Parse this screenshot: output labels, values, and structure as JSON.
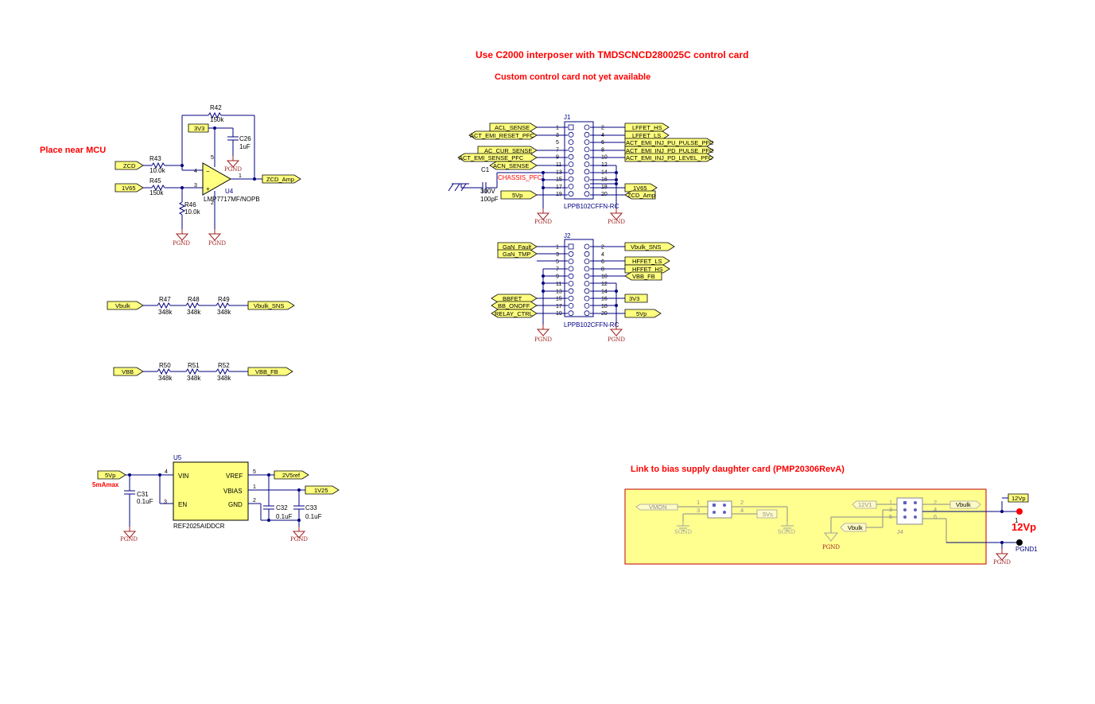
{
  "notes": {
    "title1": "Use C2000 interposer with TMDSCNCD280025C control card",
    "title2": "Custom control card not yet available",
    "place_near_mcu": "Place near MCU",
    "bias_link": "Link to bias supply daughter card (PMP20306RevA)",
    "ma_note": "5mAmax",
    "out_12vp": "12Vp",
    "chassis": "CHASSIS_PFC"
  },
  "opamp": {
    "ref": "U4",
    "part": "LMP7717MF/NOPB",
    "pins": [
      "4",
      "3",
      "5",
      "2",
      "1"
    ],
    "r42": {
      "ref": "R42",
      "val": "150k"
    },
    "r43": {
      "ref": "R43",
      "val": "10.0k"
    },
    "r45": {
      "ref": "R45",
      "val": "150k"
    },
    "r46": {
      "ref": "R46",
      "val": "10.0k"
    },
    "c26": {
      "ref": "C26",
      "val": "1uF"
    },
    "nets": {
      "zcd": "ZCD",
      "v165": "1V65",
      "v33": "3V3",
      "zcd_amp": "ZCD_Amp"
    }
  },
  "dividers": {
    "vbulk": {
      "in": "Vbulk",
      "out": "Vbulk_SNS",
      "refs": [
        "R47",
        "R48",
        "R49"
      ],
      "vals": [
        "348k",
        "348k",
        "348k"
      ]
    },
    "vbb": {
      "in": "VBB",
      "out": "VBB_FB",
      "refs": [
        "R50",
        "R51",
        "R52"
      ],
      "vals": [
        "348k",
        "348k",
        "348k"
      ]
    }
  },
  "vref": {
    "ref": "U5",
    "part": "REF2025AIDDCR",
    "pins_left": [
      "VIN",
      "EN"
    ],
    "pins_right": [
      "VREF",
      "VBIAS",
      "GND"
    ],
    "pin_nums": [
      "4",
      "3",
      "5",
      "1",
      "2"
    ],
    "c31": {
      "ref": "C31",
      "val": "0.1uF"
    },
    "c32": {
      "ref": "C32",
      "val": "0.1uF"
    },
    "c33": {
      "ref": "C33",
      "val": "0.1uF"
    },
    "nets": {
      "in": "5Vp",
      "vref": "2V5ref",
      "vbias": "1V25"
    }
  },
  "j1": {
    "ref": "J1",
    "part": "LPPB102CFFN-RC",
    "left_pins": [
      "1",
      "3",
      "5",
      "7",
      "9",
      "11",
      "13",
      "15",
      "17",
      "19"
    ],
    "right_pins": [
      "2",
      "4",
      "6",
      "8",
      "10",
      "12",
      "14",
      "16",
      "18",
      "20"
    ],
    "left_nets": [
      "ACL_SENSE",
      "ACT_EMI_RESET_PFC",
      "AC_CUR_SENSE",
      "ACT_EMI_SENSE_PFC",
      "ACN_SENSE",
      "5Vp"
    ],
    "right_nets": [
      "LFFET_HS",
      "LFFET_LS",
      "ACT_EMI_INJ_PU_PULSE_PFC",
      "ACT_EMI_INJ_PD_PULSE_PFC",
      "ACT_EMI_INJ_PD_LEVEL_PFC",
      "1V65",
      "ZCD_Amp"
    ],
    "c1": {
      "ref": "C1",
      "volt": "300V",
      "val": "100pF"
    }
  },
  "j2": {
    "ref": "J2",
    "part": "LPPB102CFFN-RC",
    "left_pins": [
      "1",
      "3",
      "5",
      "7",
      "9",
      "11",
      "13",
      "15",
      "17",
      "19"
    ],
    "right_pins": [
      "2",
      "4",
      "6",
      "8",
      "10",
      "12",
      "14",
      "16",
      "18",
      "20"
    ],
    "left_nets": [
      "GaN_Fault",
      "GaN_TMP",
      "BBFET",
      "BB_ONOFF",
      "RELAY_CTRL"
    ],
    "right_nets": [
      "Vbulk_SNS",
      "HFFET_LS",
      "HFFET_HS",
      "VBB_FB",
      "3V3",
      "5Vp"
    ]
  },
  "daughter": {
    "ref": "J4",
    "left_pins": [
      "1",
      "2",
      "3",
      "4"
    ],
    "right_pins": [
      "1",
      "2",
      "3",
      "4",
      "5",
      "6"
    ],
    "nets": {
      "vmon": "VMON",
      "v5s": "5Vs",
      "v12": "12V1",
      "vbulk": "Vbulk",
      "vbulk2": "Vbulk",
      "v12p": "12Vp"
    },
    "tp_pin": "1",
    "pgnd1": "PGND1"
  },
  "ground": {
    "pgnd": "PGND",
    "sgnd": "SGND"
  },
  "colors": {
    "wire": "#000080",
    "flag": "#ffff80",
    "note": "#ff0000",
    "gnd": "#a02020"
  }
}
